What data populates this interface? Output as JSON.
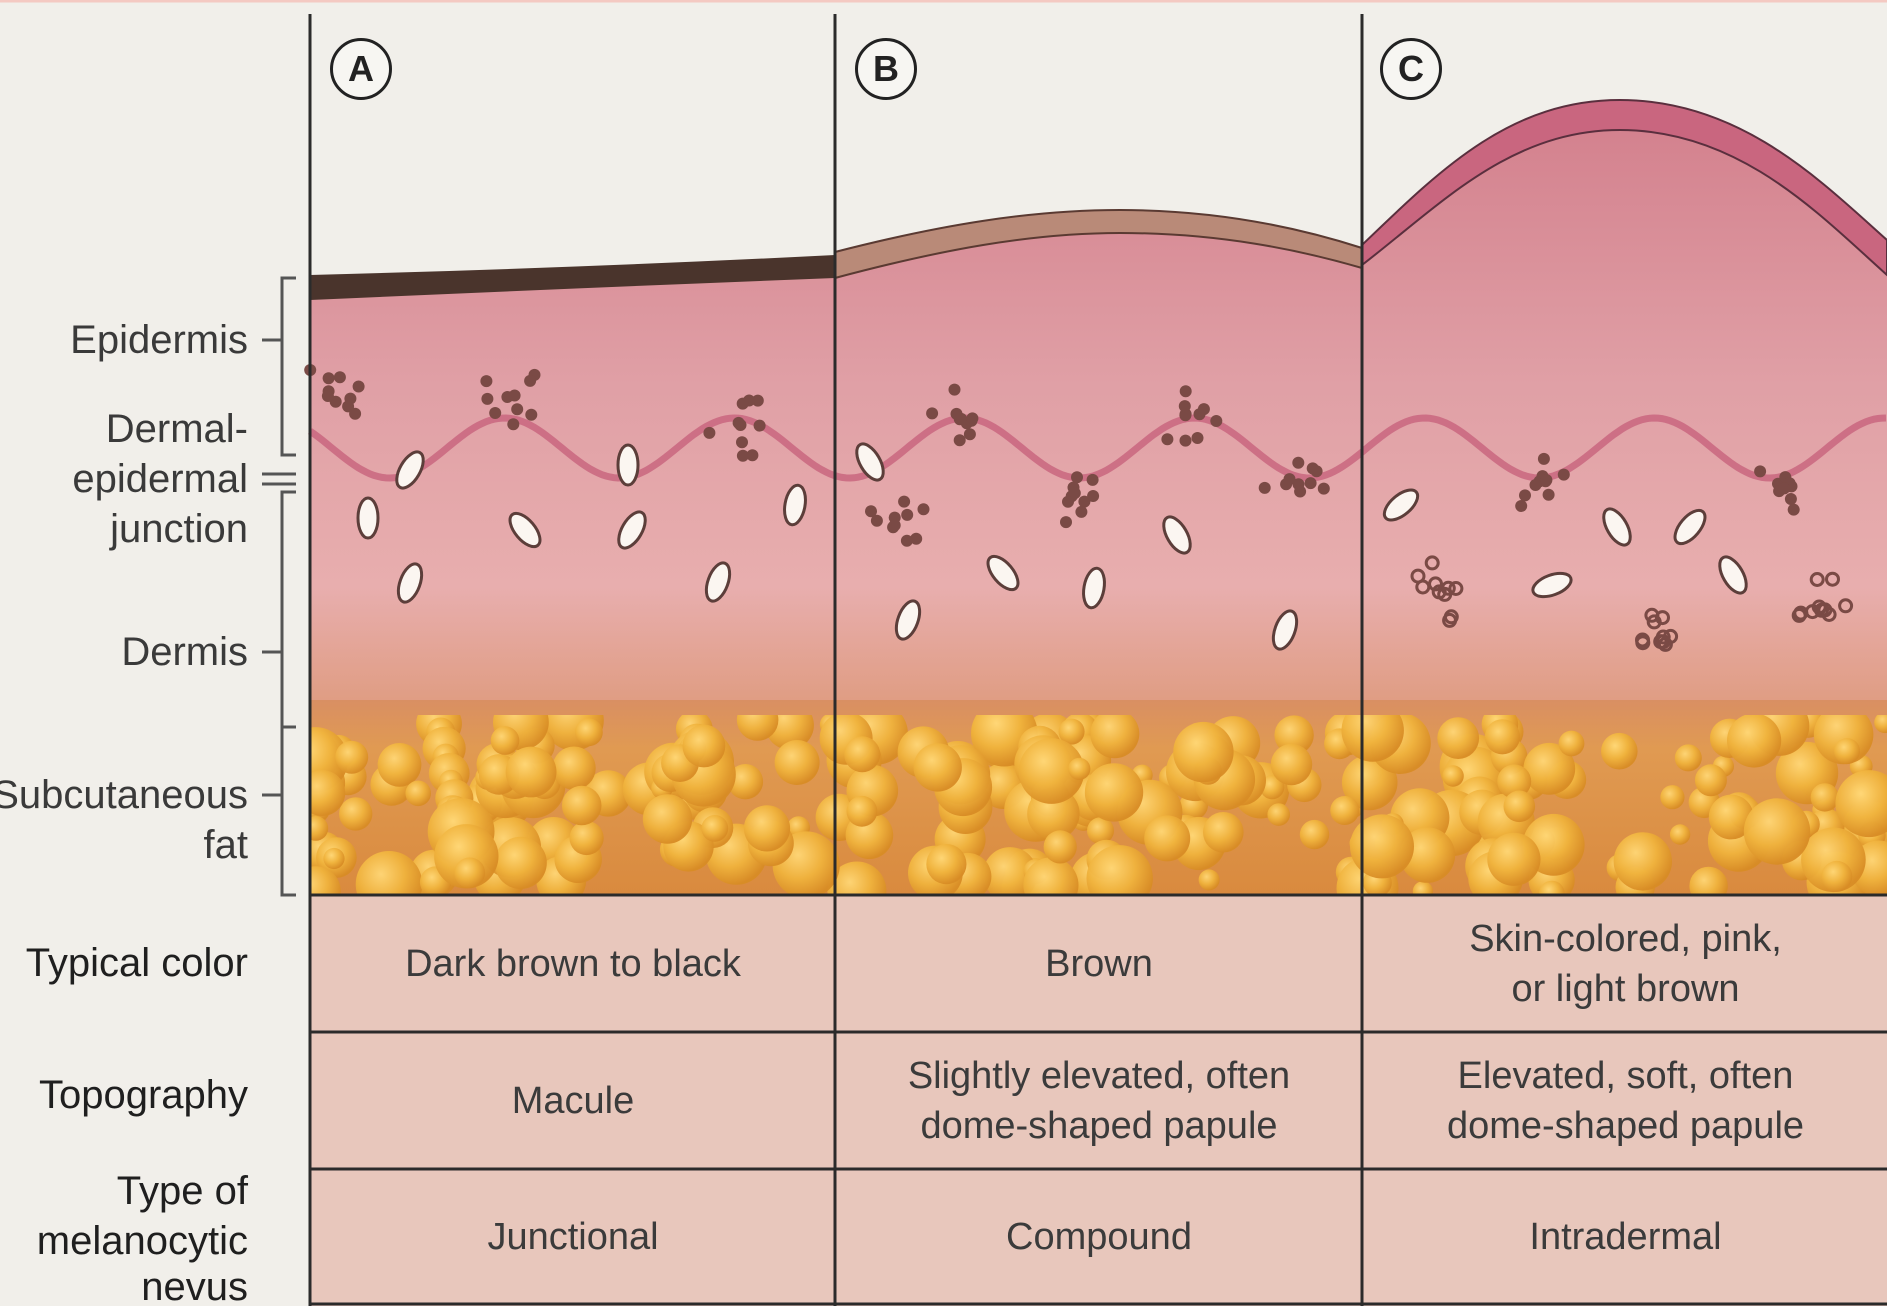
{
  "panels": [
    {
      "letter": "A",
      "color": "Dark brown to black",
      "topography": "Macule",
      "type": "Junctional"
    },
    {
      "letter": "B",
      "color": "Brown",
      "topography": "Slightly elevated, often dome-shaped papule",
      "type": "Compound"
    },
    {
      "letter": "C",
      "color": "Skin-colored, pink, or light brown",
      "topography": "Elevated, soft, often dome-shaped papule",
      "type": "Intradermal"
    }
  ],
  "layers": {
    "epidermis": "Epidermis",
    "dej_line1": "Dermal-",
    "dej_line2": "epidermal",
    "dej_line3": "junction",
    "dermis": "Dermis",
    "fat_line1": "Subcutaneous",
    "fat_line2": "fat"
  },
  "row_labels": {
    "color": "Typical color",
    "topography": "Topography",
    "type_line1": "Type of",
    "type_line2": "melanocytic",
    "type_line3": "nevus"
  },
  "colors": {
    "background": "#f1efea",
    "skin_top": "#d98792",
    "skin_mid": "#e6a9ac",
    "fat": "#e3a33a",
    "table_cell": "#e8c7bc",
    "grid": "#2b2b2b",
    "pigment_dark": "#4a342c",
    "pigment_tan": "#b98a78",
    "pigment_pink": "#c9667f",
    "nevus_cell": "#7a4a45"
  }
}
